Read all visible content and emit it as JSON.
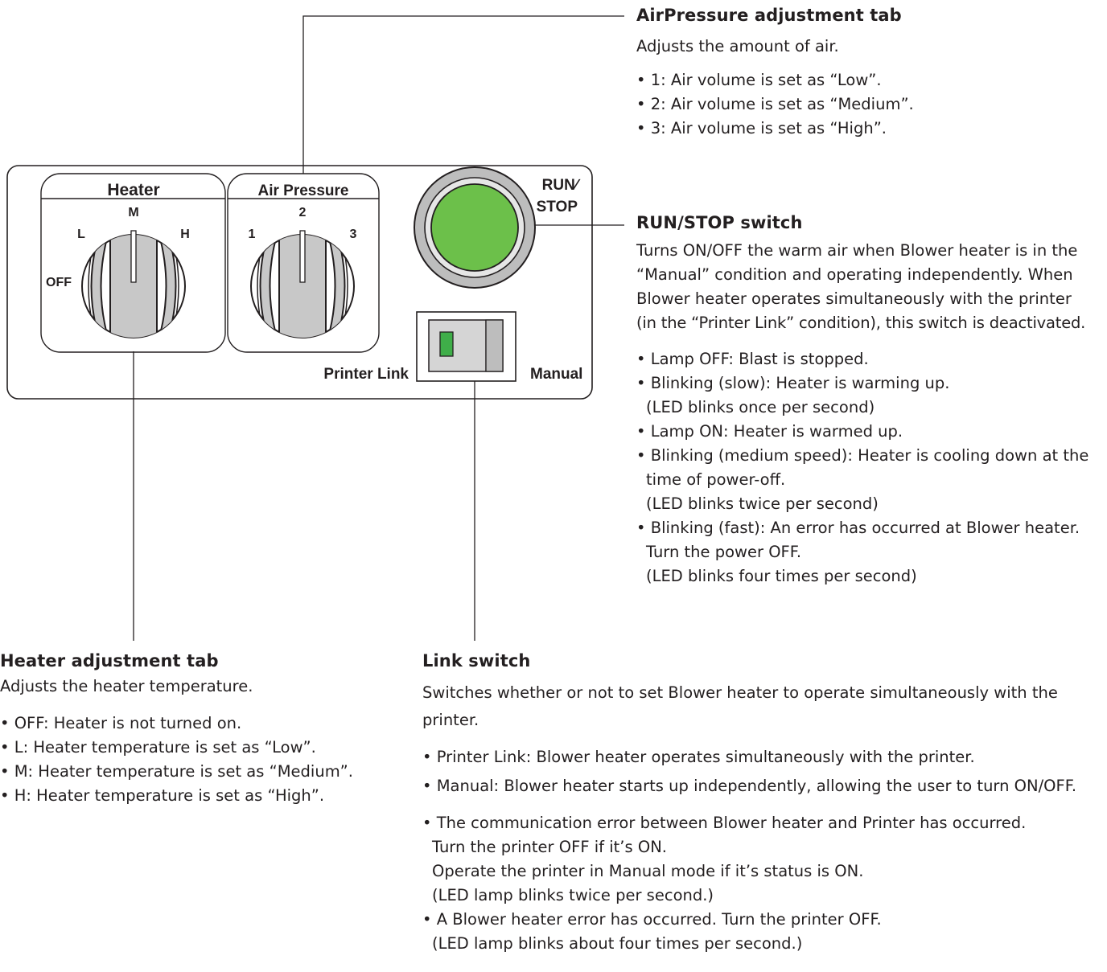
{
  "panel": {
    "heater_label": "Heater",
    "heater_m": "M",
    "heater_l": "L",
    "heater_h": "H",
    "heater_off": "OFF",
    "air_label": "Air Pressure",
    "air_1": "1",
    "air_2": "2",
    "air_3": "3",
    "run_stop_line1": "RUN∕",
    "run_stop_line2": "STOP",
    "printer_link": "Printer Link",
    "manual": "Manual",
    "colors": {
      "run_button": "#6cc04a",
      "indicator_led": "#3fae49",
      "outline": "#231f20"
    }
  },
  "airpressure": {
    "title": "AirPressure adjustment tab",
    "desc": "Adjusts the amount of air.",
    "items": [
      "• 1: Air volume is set as “Low”.",
      "• 2: Air volume is set as “Medium”.",
      "• 3: Air volume is set as “High”."
    ]
  },
  "runstop": {
    "title": "RUN/STOP switch",
    "desc": [
      "Turns ON/OFF the warm air when Blower heater is in the",
      "“Manual” condition and operating independently. When",
      "Blower heater operates simultaneously with the printer",
      "(in the “Printer Link” condition), this switch is deactivated."
    ],
    "items": [
      {
        "line": "• Lamp OFF: Blast is stopped."
      },
      {
        "line": "• Blinking (slow): Heater is warming up.",
        "cont": "(LED blinks once per second)"
      },
      {
        "line": "• Lamp ON: Heater is warmed up."
      },
      {
        "line": "• Blinking (medium speed): Heater is cooling down at the",
        "cont": "time of power-off.",
        "cont2": "(LED blinks twice per second)"
      },
      {
        "line": "• Blinking (fast): An error has occurred at Blower heater.",
        "cont": "Turn the power OFF.",
        "cont2": "(LED blinks four times per second)"
      }
    ]
  },
  "heater": {
    "title": "Heater adjustment tab",
    "desc": "Adjusts the heater temperature.",
    "items": [
      "• OFF: Heater is not turned on.",
      "• L: Heater temperature is set as “Low”.",
      "• M: Heater temperature is set as “Medium”.",
      "• H: Heater temperature is set as “High”."
    ]
  },
  "link": {
    "title": "Link switch",
    "desc": [
      "Switches whether or not to set Blower heater to operate simultaneously with the",
      "printer."
    ],
    "items": [
      "• Printer Link: Blower heater operates simultaneously with the printer.",
      "• Manual: Blower heater starts up independently, allowing the user to turn ON/OFF."
    ],
    "errors": [
      {
        "line": "• The communication error between Blower heater and Printer has occurred.",
        "cont": [
          "Turn the printer OFF if it’s ON.",
          "Operate the printer in Manual mode if it’s status is ON.",
          "(LED lamp blinks twice per second.)"
        ]
      },
      {
        "line": "• A Blower heater error has occurred. Turn the printer OFF.",
        "cont": [
          "(LED lamp blinks about four times per second.)"
        ]
      }
    ]
  }
}
